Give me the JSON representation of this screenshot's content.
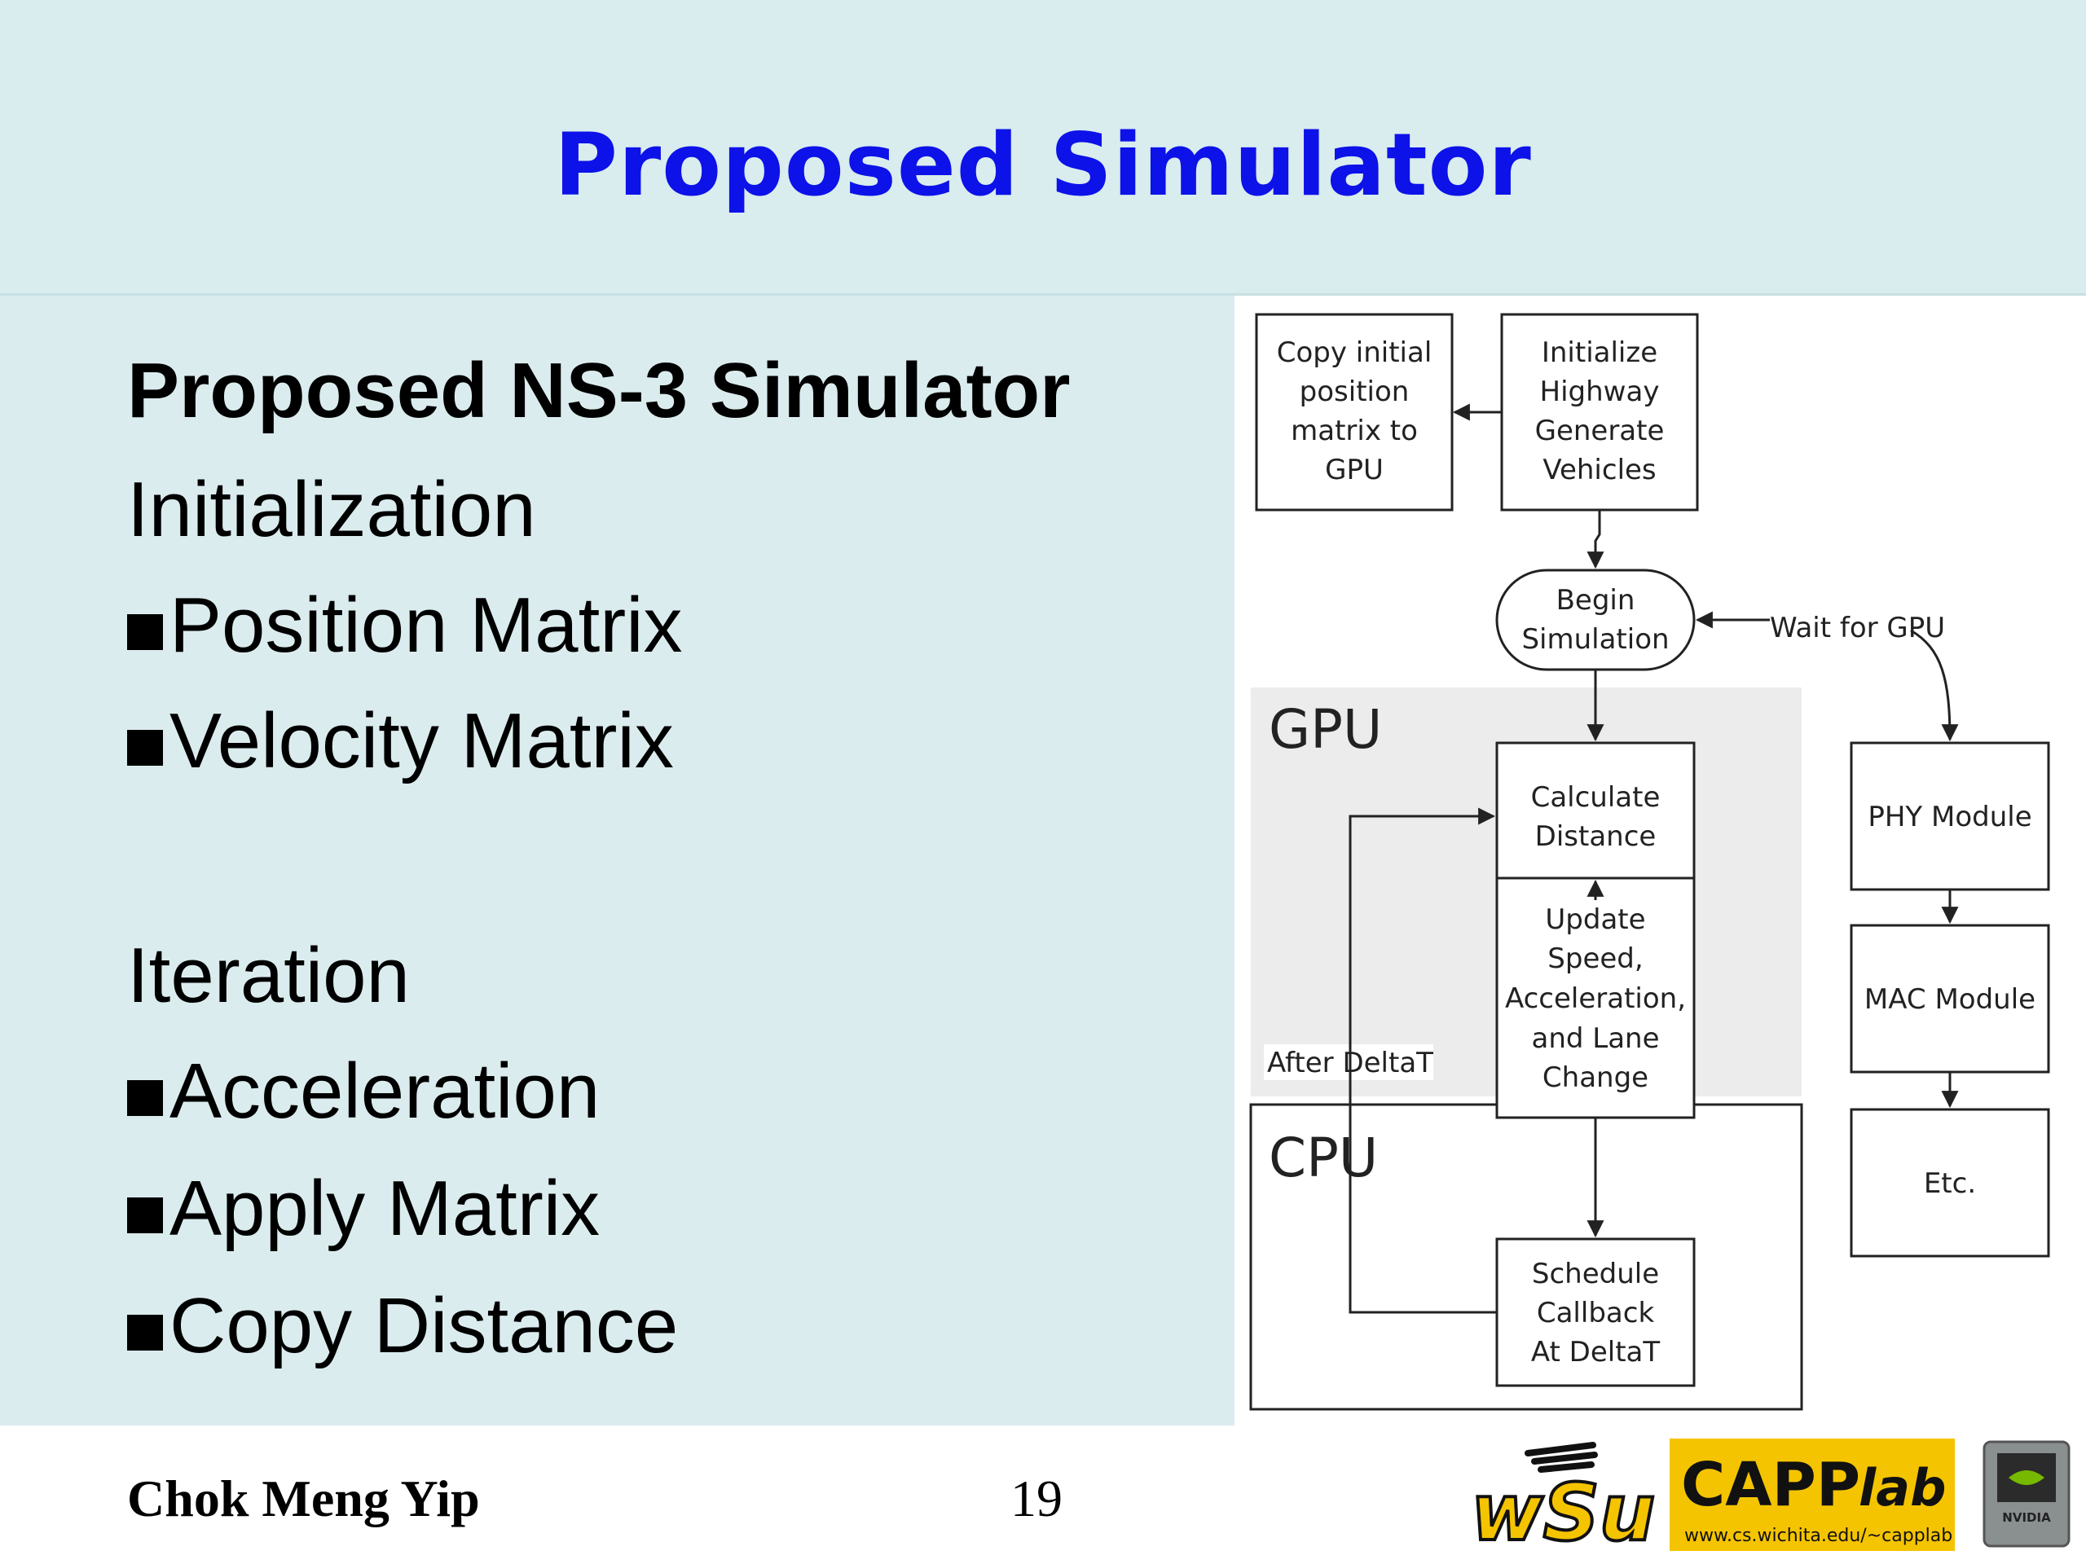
{
  "slide": {
    "title": "Proposed Simulator",
    "heading": "Proposed NS-3 Simulator",
    "section1": "Initialization",
    "bullets1": [
      "Position Matrix",
      "Velocity Matrix"
    ],
    "section2": "Iteration",
    "bullets2": [
      "Acceleration",
      "Apply Matrix",
      "Copy Distance"
    ],
    "author": "Chok Meng Yip",
    "page_number": "19"
  },
  "diagram": {
    "nodes": {
      "copy_initial": [
        "Copy initial",
        "position",
        "matrix to",
        "GPU"
      ],
      "initialize": [
        "Initialize",
        "Highway",
        "Generate",
        "Vehicles"
      ],
      "begin": [
        "Begin",
        "Simulation"
      ],
      "calc": [
        "Calculate",
        "Distance"
      ],
      "update": [
        "Update",
        "Speed,",
        "Acceleration,",
        "and Lane",
        "Change"
      ],
      "schedule": [
        "Schedule",
        "Callback",
        "At DeltaT"
      ],
      "phy": "PHY Module",
      "mac": "MAC Module",
      "etc": "Etc."
    },
    "regions": {
      "gpu": "GPU",
      "cpu": "CPU"
    },
    "edges": {
      "wait_for_gpu": "Wait for GPU",
      "after_deltat": "After DeltaT"
    }
  },
  "logos": {
    "wsu": "wSu",
    "capp_main": "CAPP",
    "capp_lab": "lab",
    "capp_url": "www.cs.wichita.edu/~capplab",
    "nvidia": "NVIDIA"
  },
  "colors": {
    "title": "#0c12e8",
    "background": "#dbecee",
    "capp_yellow": "#f5c400",
    "gpu_region": "#ececec"
  }
}
